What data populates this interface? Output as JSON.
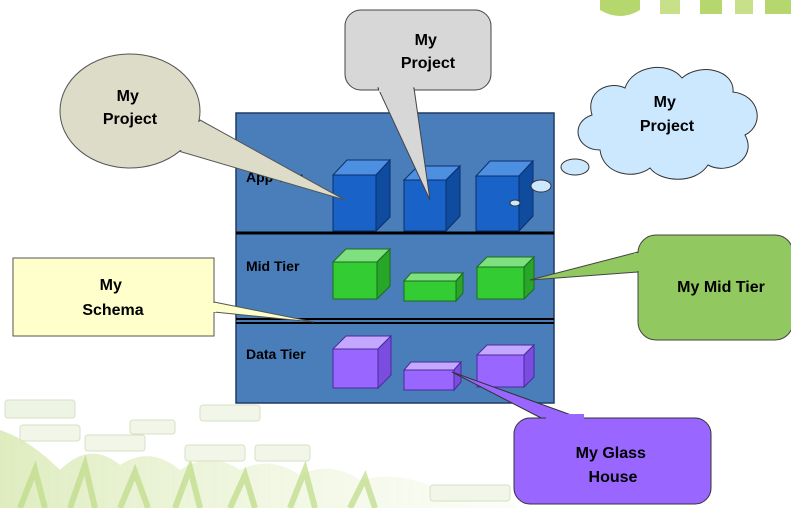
{
  "tiers": {
    "app": "App Tier",
    "mid": "Mid Tier",
    "data": "Data Tier"
  },
  "callouts": {
    "project_left": [
      "My",
      "Project"
    ],
    "project_center": [
      "My",
      "Project"
    ],
    "project_cloud": [
      "My",
      "Project"
    ],
    "schema": [
      "My",
      "Schema"
    ],
    "mid_tier": "My Mid Tier",
    "glass_house": [
      "My Glass",
      "House"
    ]
  },
  "colors": {
    "panel": "#4a7ebb",
    "app_cube": "#1862c8",
    "mid_cube": "#33cc33",
    "data_cube": "#9966ff",
    "oval_callout": "#dcdcc8",
    "rect_callout": "#d7d7d7",
    "cloud": "#cce8ff",
    "schema_note": "#ffffcc",
    "mid_callout": "#92c860",
    "glass_callout": "#9966ff",
    "leaf": "#b6d66e"
  },
  "icons": {
    "background": "crowd-silhouette-decoration",
    "logo": "green-logo-fragment"
  }
}
